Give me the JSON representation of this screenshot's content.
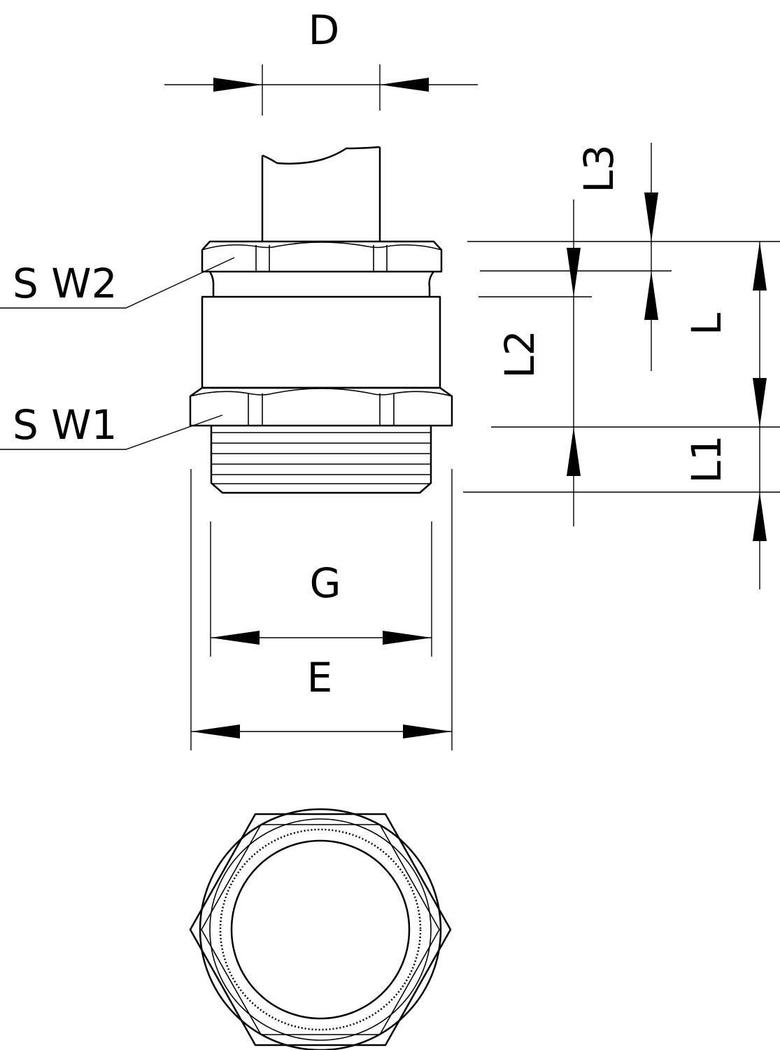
{
  "labels": {
    "d": "D",
    "sw2": "S W2",
    "sw1": "S W1",
    "l3": "L3",
    "l2": "L2",
    "l": "L",
    "l1": "L1",
    "g": "G",
    "e": "E"
  },
  "colors": {
    "line": "#000000",
    "background": "#ffffff"
  }
}
